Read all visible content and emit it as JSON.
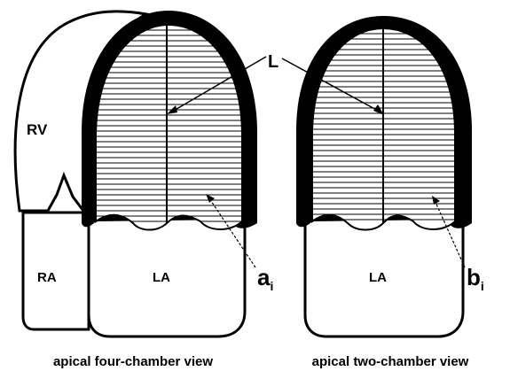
{
  "labels": {
    "rv": "RV",
    "ra": "RA",
    "la_four": "LA",
    "la_two": "LA",
    "long_axis": "L",
    "a_main": "a",
    "a_sub": "i",
    "b_main": "b",
    "b_sub": "i"
  },
  "captions": {
    "four_chamber": "apical four-chamber view",
    "two_chamber": "apical two-chamber view"
  },
  "colors": {
    "ink": "#000000",
    "background": "#ffffff"
  }
}
